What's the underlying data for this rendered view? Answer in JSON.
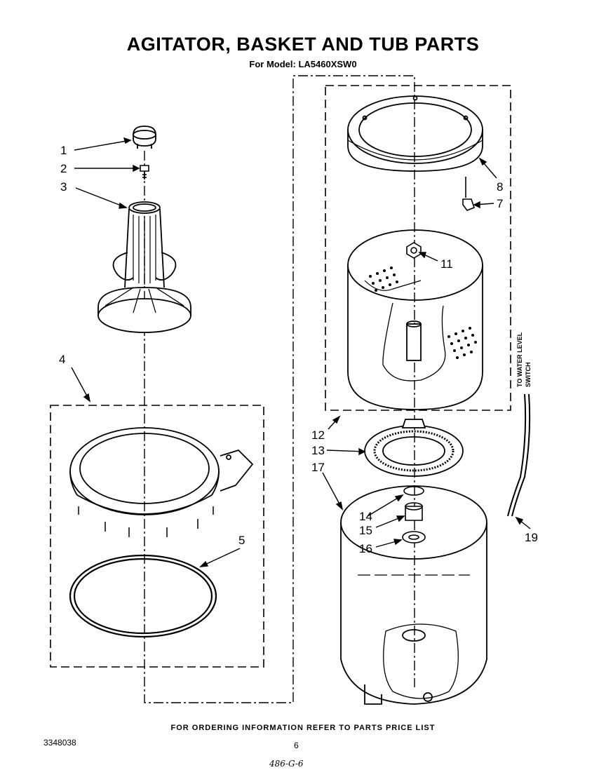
{
  "header": {
    "title": "AGITATOR, BASKET AND TUB PARTS",
    "subtitle": "For Model: LA5460XSW0"
  },
  "callouts": {
    "c1": "1",
    "c2": "2",
    "c3": "3",
    "c4": "4",
    "c5": "5",
    "c7": "7",
    "c8": "8",
    "c11": "11",
    "c12": "12",
    "c13": "13",
    "c14": "14",
    "c15": "15",
    "c16": "16",
    "c17": "17",
    "c19": "19"
  },
  "side_note": {
    "line1": "TO WATER LEVEL",
    "line2": "SWITCH"
  },
  "footer": {
    "ordering_note": "FOR ORDERING INFORMATION REFER TO PARTS PRICE LIST",
    "part_number": "3348038",
    "page_number": "6",
    "handwritten_code": "486-G-6"
  }
}
